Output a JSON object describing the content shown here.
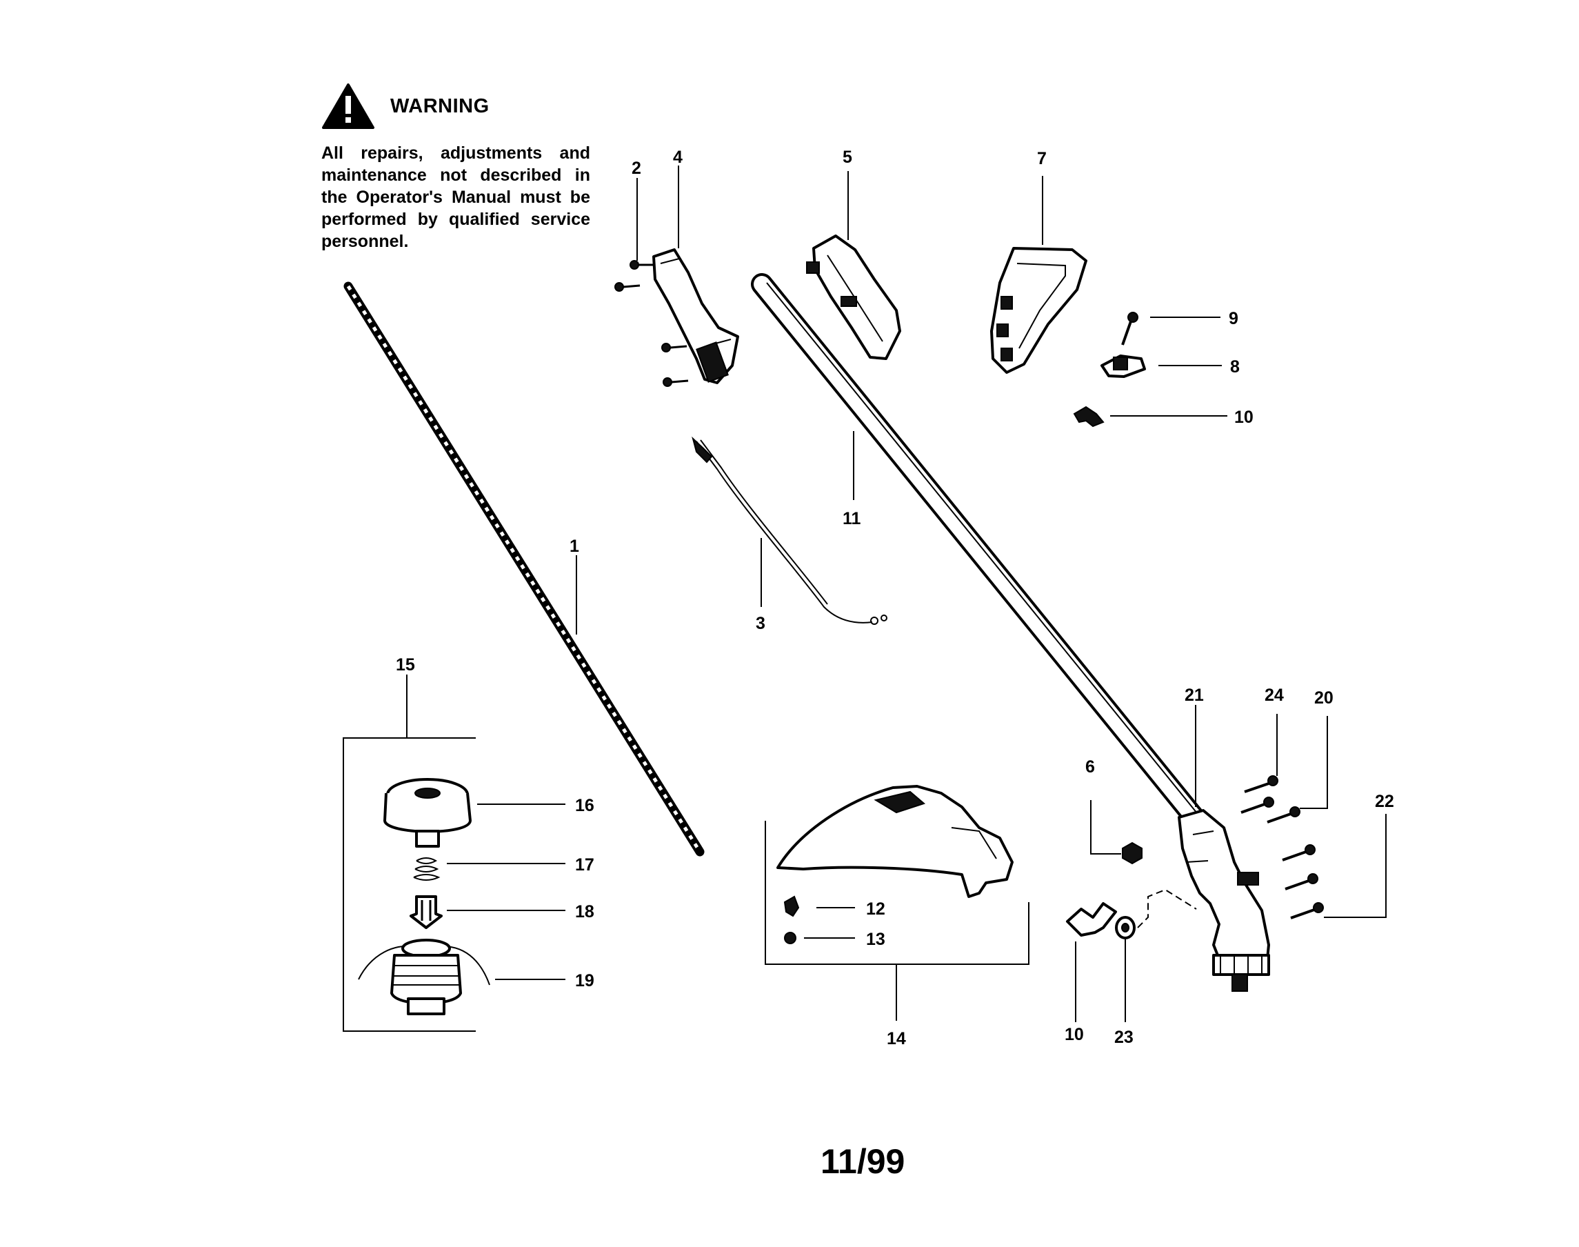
{
  "warning": {
    "title": "WARNING",
    "text": "All repairs, adjustments and maintenance not described in the Operator's Manual must be performed by qualified service personnel."
  },
  "page_number": "11/99",
  "callouts": [
    "1",
    "2",
    "3",
    "4",
    "5",
    "6",
    "7",
    "8",
    "9",
    "10",
    "10",
    "11",
    "12",
    "13",
    "14",
    "15",
    "16",
    "17",
    "18",
    "19",
    "20",
    "21",
    "22",
    "23",
    "24"
  ]
}
